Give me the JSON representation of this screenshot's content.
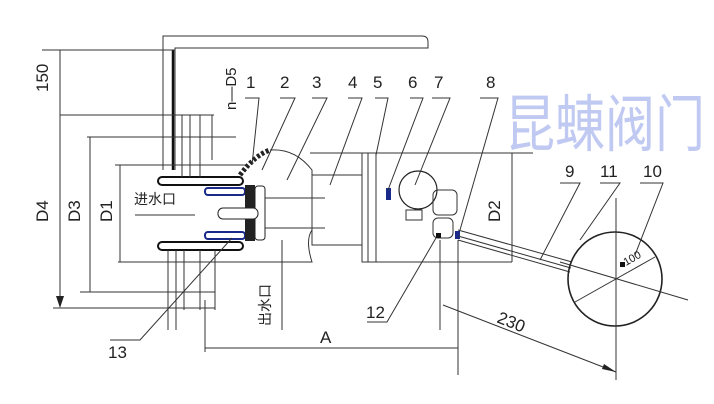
{
  "dimensions": {
    "d150": "150",
    "d4": "D4",
    "d3": "D3",
    "d1": "D1",
    "d2": "D2",
    "nd5": "n—D5",
    "a": "A",
    "d230": "230",
    "dia100": "100"
  },
  "ports": {
    "inlet": "进水口",
    "outlet": "出水口"
  },
  "part_numbers": [
    "1",
    "2",
    "3",
    "4",
    "5",
    "6",
    "7",
    "8",
    "9",
    "10",
    "11",
    "12",
    "13"
  ],
  "watermark": "昆蝀阀门",
  "colors": {
    "line": "#333333",
    "watermark": "#8e9ee6",
    "seal": "#1a2a8a"
  }
}
